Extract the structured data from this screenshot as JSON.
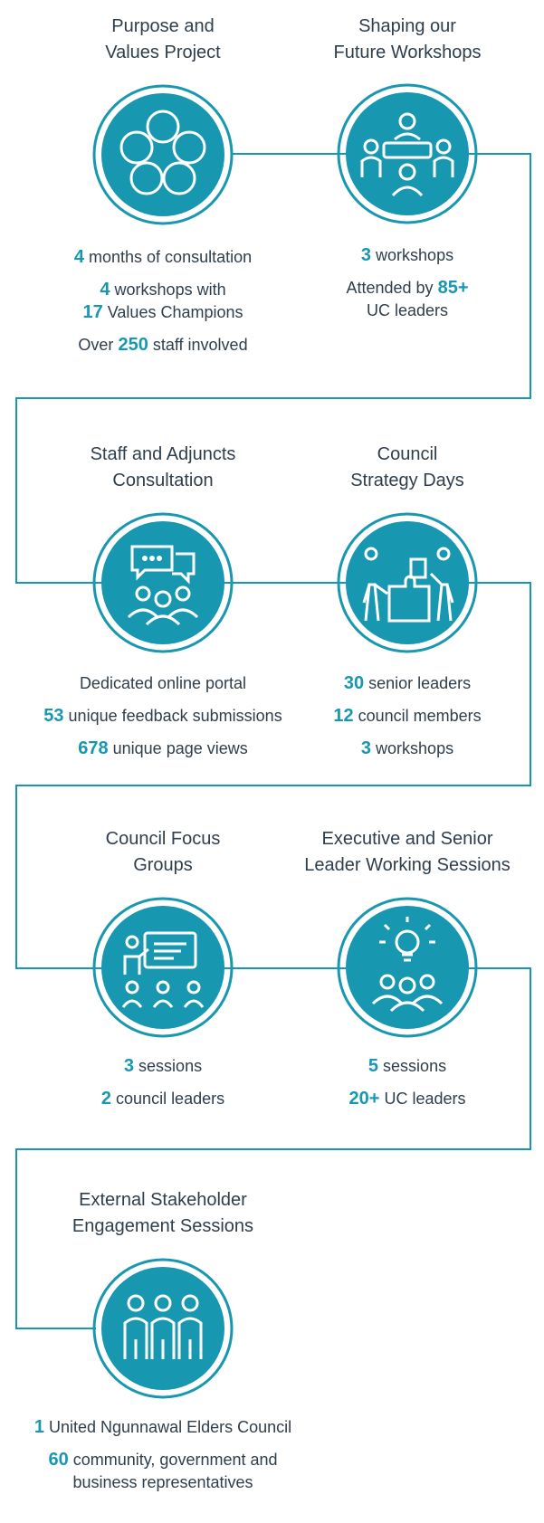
{
  "colors": {
    "teal": "#1897b0",
    "text": "#2f3e4c",
    "line": "#1897b0"
  },
  "stages": [
    {
      "id": "purpose",
      "title_lines": [
        "Purpose and",
        "Values Project"
      ],
      "icon": "five-circles-icon",
      "stats": [
        {
          "num": "4",
          "text": "months of consultation"
        },
        {
          "num": "4",
          "text": "workshops with"
        },
        {
          "num": "17",
          "text": "Values Champions"
        },
        {
          "pre": "Over",
          "num": "250",
          "text": "staff involved"
        }
      ]
    },
    {
      "id": "shaping",
      "title_lines": [
        "Shaping our",
        "Future Workshops"
      ],
      "icon": "meeting-table-icon",
      "stats": [
        {
          "num": "3",
          "text": "workshops"
        },
        {
          "pre": "Attended by",
          "num": "85+",
          "text": ""
        },
        {
          "text": "UC leaders"
        }
      ]
    },
    {
      "id": "staff",
      "title_lines": [
        "Staff and Adjuncts",
        "Consultation"
      ],
      "icon": "chat-group-icon",
      "stats": [
        {
          "text": "Dedicated online portal"
        },
        {
          "num": "53",
          "text": "unique feedback submissions"
        },
        {
          "num": "678",
          "text": "unique page views"
        }
      ]
    },
    {
      "id": "council-strategy",
      "title_lines": [
        "Council",
        "Strategy Days"
      ],
      "icon": "puzzle-people-icon",
      "stats": [
        {
          "num": "30",
          "text": "senior leaders"
        },
        {
          "num": "12",
          "text": "council members"
        },
        {
          "num": "3",
          "text": "workshops"
        }
      ]
    },
    {
      "id": "council-focus",
      "title_lines": [
        "Council Focus",
        "Groups"
      ],
      "icon": "presentation-icon",
      "stats": [
        {
          "num": "3",
          "text": "sessions"
        },
        {
          "num": "2",
          "text": "council leaders"
        }
      ]
    },
    {
      "id": "executive",
      "title_lines": [
        "Executive and Senior",
        "Leader Working Sessions"
      ],
      "icon": "lightbulb-group-icon",
      "stats": [
        {
          "num": "5",
          "text": "sessions"
        },
        {
          "num": "20+",
          "text": "UC leaders"
        }
      ]
    },
    {
      "id": "external",
      "title_lines": [
        "External Stakeholder",
        "Engagement Sessions"
      ],
      "icon": "three-people-icon",
      "stats": [
        {
          "num": "1",
          "text": "United Ngunnawal Elders Council"
        },
        {
          "num": "60",
          "text": "community, government and"
        },
        {
          "text": "business representatives"
        }
      ]
    }
  ]
}
